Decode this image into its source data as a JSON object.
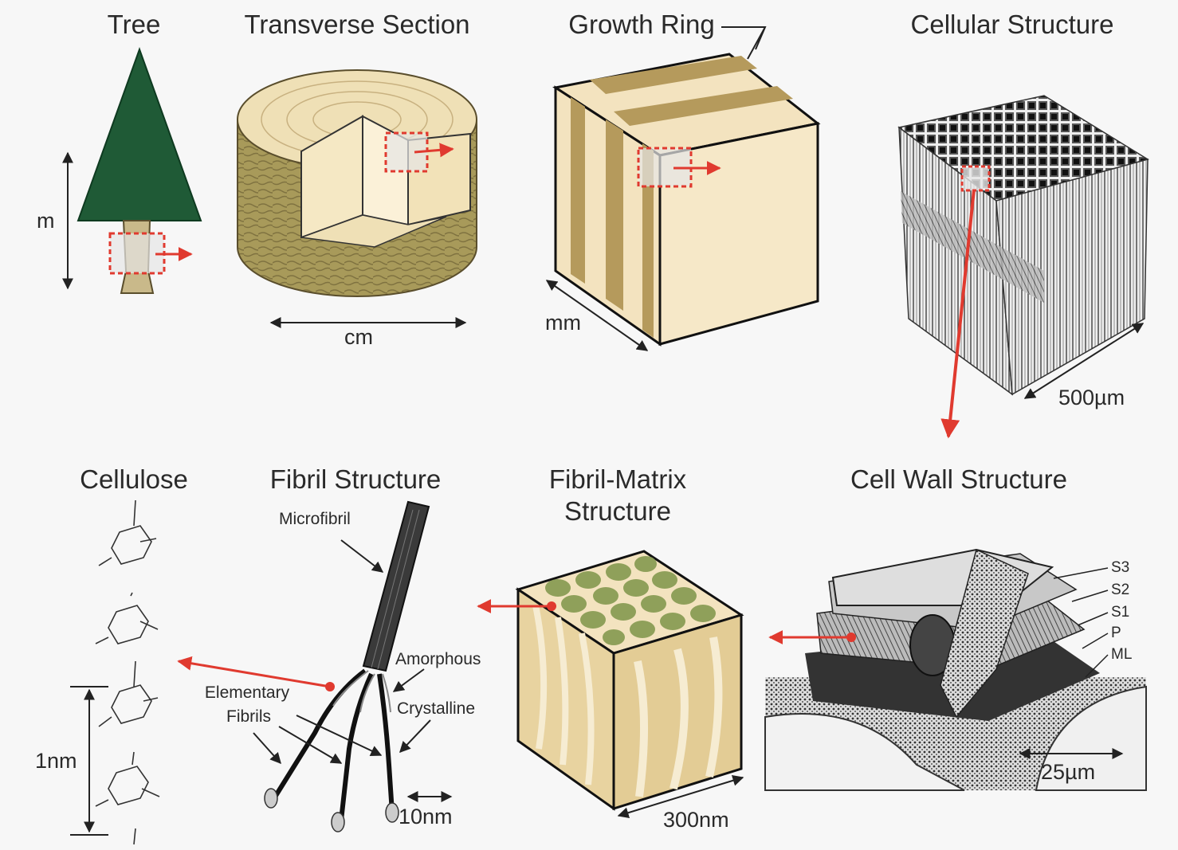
{
  "titles": {
    "tree": "Tree",
    "transverse": "Transverse Section",
    "growth_ring": "Growth Ring",
    "cellular": "Cellular Structure",
    "cellulose": "Cellulose",
    "fibril": "Fibril Structure",
    "fibril_matrix_1": "Fibril-Matrix",
    "fibril_matrix_2": "Structure",
    "cell_wall": "Cell Wall Structure"
  },
  "scales": {
    "tree": "m",
    "transverse": "cm",
    "growth_ring": "mm",
    "cellular": "500µm",
    "cellulose": "1nm",
    "fibril": "10nm",
    "fibril_matrix": "300nm",
    "cell_wall": "25µm"
  },
  "fibril_labels": {
    "microfibril": "Microfibril",
    "amorphous": "Amorphous",
    "crystalline": "Crystalline",
    "elementary_1": "Elementary",
    "elementary_2": "Fibrils"
  },
  "cell_wall_layers": [
    "S3",
    "S2",
    "S1",
    "P",
    "ML"
  ],
  "colors": {
    "arrow_red": "#e03a2f",
    "tree_green": "#1f5a36",
    "wood_light": "#f3e3bf",
    "wood_dark": "#b59a5c",
    "bark": "#a89a5a",
    "fibril_green": "#8fa05a"
  }
}
